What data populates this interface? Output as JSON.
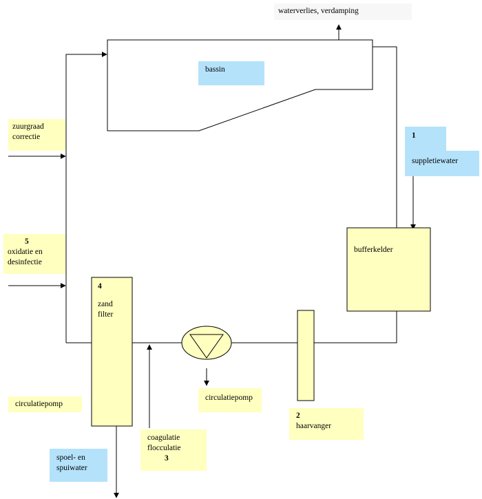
{
  "diagram": {
    "labels": {
      "water_loss": "waterverlies, verdamping",
      "basin": "bassin",
      "ph_correction": "zuurgraad correctie",
      "make_up_number": "1",
      "make_up_water": "suppletiewater",
      "buffer_tank": "bufferkelder",
      "oxidation_number": "5",
      "oxidation": "oxidatie en desinfectie",
      "sand_filter_number": "4",
      "sand_filter": "zand filter",
      "circulation_pump_left": "circulatiepomp",
      "circulation_pump_center": "circulatiepomp",
      "hair_catcher_number": "2",
      "hair_catcher": "haarvanger",
      "coagulation": "coagulatie flocculatie",
      "coagulation_number": "3",
      "backwash_water": "spoel- en spuiwater"
    },
    "colors": {
      "yellow": "#ffffc0",
      "blue": "#b4e2fa",
      "line": "#000000"
    }
  }
}
